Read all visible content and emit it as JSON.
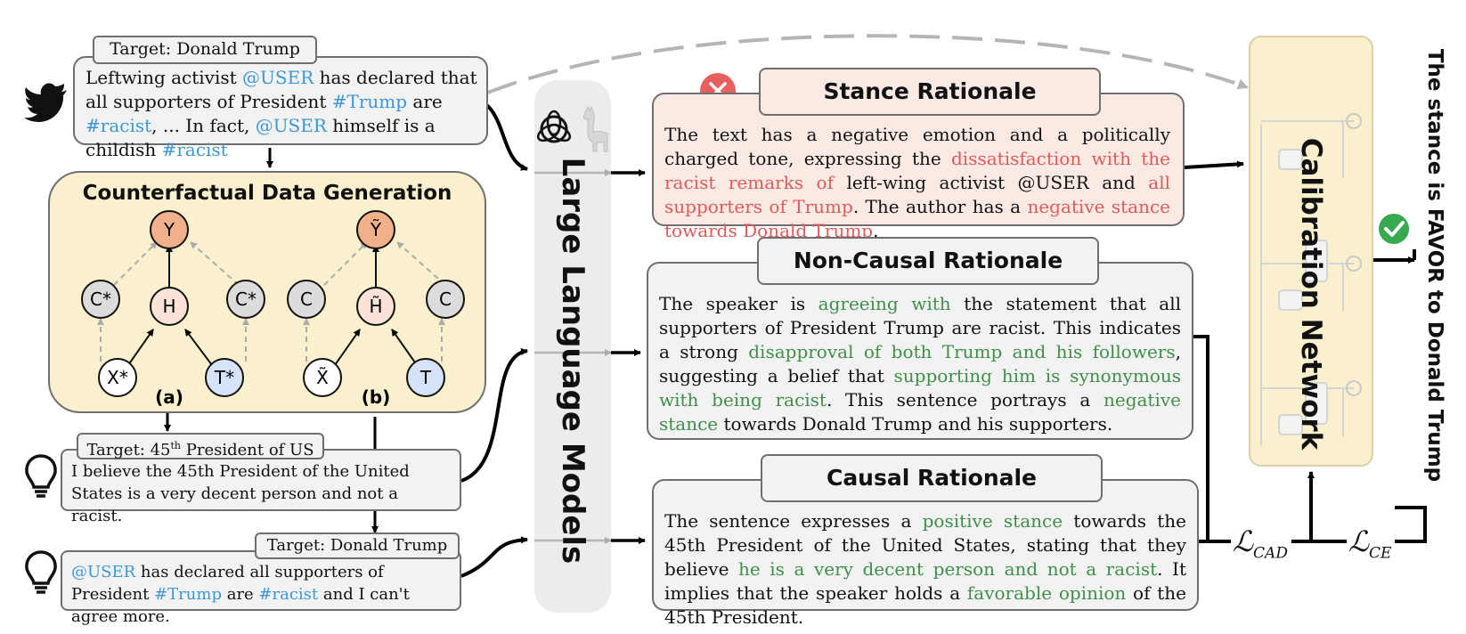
{
  "tweet": {
    "target": "Target: Donald Trump",
    "parts": [
      "Leftwing activist ",
      "@USER",
      " has declared that all supporters of President ",
      "#Trump",
      " are ",
      "#racist",
      ", ... In fact, ",
      "@USER",
      " himself is a childish ",
      "#racist"
    ]
  },
  "cdg": {
    "title": "Counterfactual Data Generation",
    "label_a": "(a)",
    "label_b": "(b)",
    "nodes_a": {
      "y": "Y",
      "c_left": "C*",
      "h": "H",
      "c_right": "C*",
      "x": "X*",
      "t": "T*"
    },
    "nodes_b": {
      "y": "Ỹ",
      "c_left": "C",
      "h": "H̃",
      "c_right": "C",
      "x": "X̃",
      "t": "T"
    }
  },
  "cf1": {
    "target_prefix": "Target: 45",
    "target_sup": "th",
    "target_suffix": " President of US",
    "text": "I believe the 45th President of the United States is a very decent person and not a racist."
  },
  "cf2": {
    "target": "Target: Donald Trump",
    "parts": [
      "@USER",
      " has declared all supporters of President ",
      "#Trump",
      " are ",
      "#racist",
      " and I can't agree more."
    ]
  },
  "llm": {
    "label": "Large Language Models"
  },
  "stance": {
    "title": "Stance Rationale",
    "parts": [
      "The text has a negative emotion and a politically charged tone, expressing the ",
      "dissatisfaction with the racist remarks of",
      " left-wing activist @USER and ",
      "all supporters of Trump",
      ". The author has a ",
      "negative stance towards Donald Trump",
      "."
    ]
  },
  "noncausal": {
    "title": "Non-Causal Rationale",
    "parts": [
      "The speaker is ",
      "agreeing with",
      " the statement that all supporters of President Trump are racist. This indicates a strong ",
      "disapproval of both Trump and his followers",
      ", suggesting a belief that ",
      "supporting him is synonymous with being racist",
      ". This sentence portrays a ",
      "negative stance",
      " towards Donald Trump and his supporters."
    ]
  },
  "causal": {
    "title": "Causal Rationale",
    "parts": [
      "The sentence expresses a ",
      "positive stance",
      " towards the 45th President of the United States, stating that they believe ",
      "he is a very decent person and not a racist",
      ". It implies that the speaker holds a ",
      "favorable opinion",
      " of the 45th President."
    ]
  },
  "calibration": {
    "label": "Calibration Network"
  },
  "losses": {
    "cad": "CAD",
    "ce": "CE",
    "script": "ℒ"
  },
  "result": {
    "text": "The stance is FAVOR to Donald Trump"
  },
  "colors": {
    "mention": "#3d97d7",
    "wrong": "#e05a5a",
    "causal": "#3f8f4a",
    "node_y": "#f0b08a",
    "node_h": "#fbe3d8",
    "node_t": "#d6e2f7",
    "node_c": "#dcdcdc",
    "cdg_bg": "#fbf0cd",
    "calib_bg": "#fbf0cd"
  }
}
